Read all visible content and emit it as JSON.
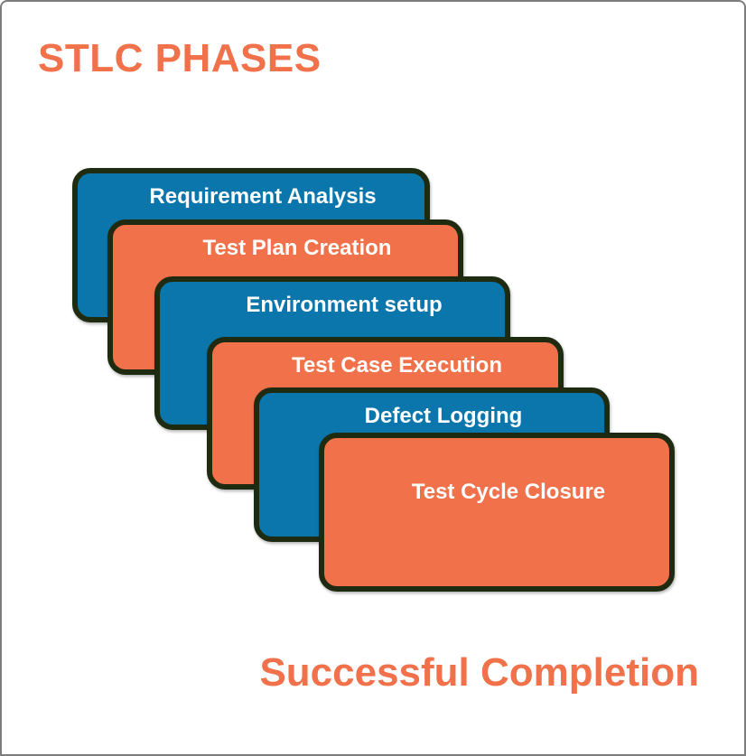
{
  "page": {
    "title": "STLC PHASES",
    "footer": "Successful Completion"
  },
  "colors": {
    "accent_orange": "#F0714A",
    "card_blue": "#0B76AC",
    "card_orange": "#F0714A",
    "card_border": "#1F2B10",
    "card_text": "#FFFFFF",
    "frame_border": "#7D7D7D",
    "background": "#FFFFFF"
  },
  "phases": [
    {
      "label": "Requirement Analysis",
      "color": "blue"
    },
    {
      "label": "Test Plan Creation",
      "color": "orange"
    },
    {
      "label": "Environment setup",
      "color": "blue"
    },
    {
      "label": "Test Case Execution",
      "color": "orange"
    },
    {
      "label": "Defect Logging",
      "color": "blue"
    },
    {
      "label": "Test Cycle Closure",
      "color": "orange"
    }
  ]
}
